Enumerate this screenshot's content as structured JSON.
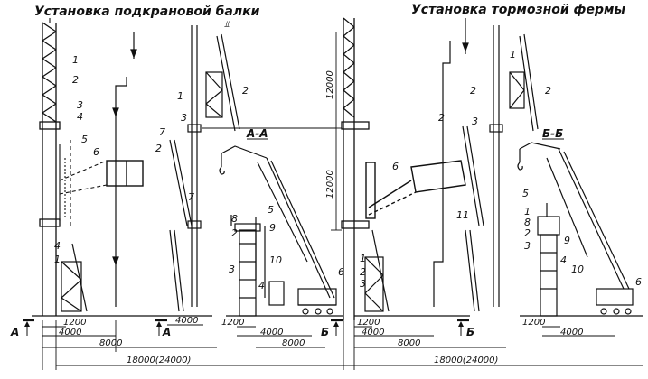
{
  "titles": {
    "left": "Установка подкрановой балки",
    "right": "Установка тормозной фермы"
  },
  "section_labels": {
    "a_a": "А-А",
    "b_b": "Б-Б"
  },
  "cut_marks": {
    "a": "А",
    "b": "Б"
  },
  "dimensions": {
    "d12000_top": "12000",
    "d12000_mid": "12000",
    "d1200_left": "1200",
    "d4000_left": "4000",
    "d4000_a": "4000",
    "d8000_left": "8000",
    "d18000_left": "18000(24000)",
    "d1200_a": "1200",
    "d4000_aa": "4000",
    "d8000_aa": "8000",
    "d1200_right": "1200",
    "d4000_right": "4000",
    "d8000_right": "8000",
    "d18000_right": "18000(24000)",
    "d1200_b": "1200",
    "d4000_bb": "4000"
  },
  "callouts": {
    "l_1": "1",
    "l_2": "2",
    "l_3": "3",
    "l_4": "4",
    "l_5": "5",
    "l_6": "6",
    "l_4b": "4",
    "l_1b": "1",
    "m_1": "1",
    "m_2": "2",
    "m_3": "3",
    "m_7": "7",
    "m_2b": "2",
    "m_7b": "7",
    "a_8": "8",
    "a_2": "2",
    "a_3": "3",
    "a_5": "5",
    "a_9": "9",
    "a_4": "4",
    "a_10": "10",
    "a_6": "6",
    "r_6": "6",
    "r_1": "1",
    "r_2": "2",
    "r_3": "3",
    "r_11": "11",
    "r_2b": "2",
    "b_5": "5",
    "b_1": "1",
    "b_8": "8",
    "b_2": "2",
    "b_9": "9",
    "b_3": "3",
    "b_4": "4",
    "b_10": "10",
    "b_6": "6"
  },
  "symbols": {
    "hook_top": "⫫"
  }
}
